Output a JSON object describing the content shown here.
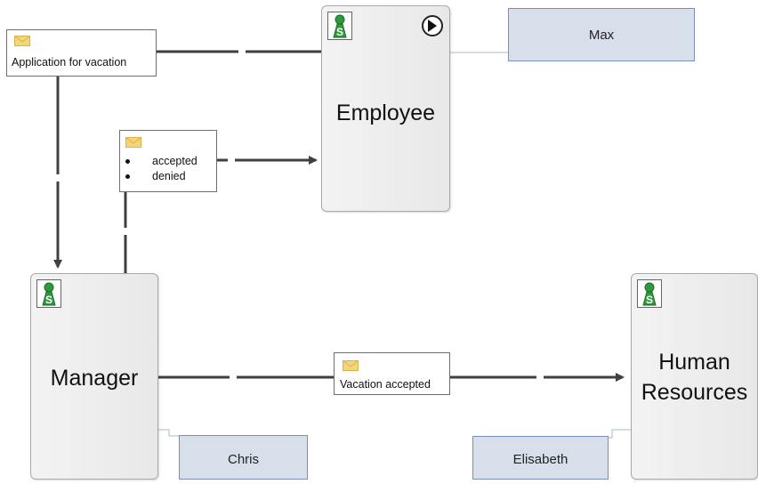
{
  "diagram": {
    "subjects": {
      "employee": {
        "name": "Employee",
        "has_start": true
      },
      "manager": {
        "name": "Manager"
      },
      "hr": {
        "name_line1": "Human",
        "name_line2": "Resources"
      }
    },
    "messages": {
      "application": {
        "label": "Application for vacation"
      },
      "decision": {
        "options": [
          "accepted",
          "denied"
        ]
      },
      "vacation_accepted": {
        "label": "Vacation accepted"
      }
    },
    "people": {
      "max": "Max",
      "chris": "Chris",
      "elisabeth": "Elisabeth"
    },
    "colors": {
      "arrow": "#404040",
      "subject_fill": "#eeeeee",
      "person_fill": "#d6dfea",
      "person_border": "#7a8fc0",
      "envelope": "#f5d57a",
      "icon_green": "#2e9a3d"
    }
  }
}
